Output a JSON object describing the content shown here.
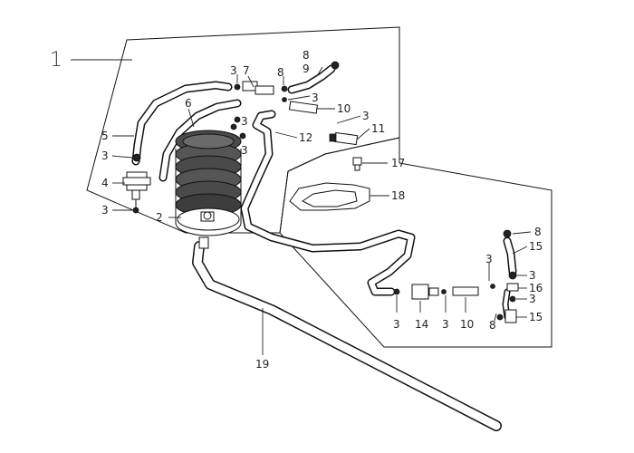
{
  "diagram": {
    "assembly_number": "1",
    "callouts": {
      "c1": "2",
      "c2": "3",
      "c3": "4",
      "c4": "5",
      "c5": "3",
      "c6": "6",
      "c7": "3",
      "c8": "7",
      "c9": "8",
      "c10": "9",
      "c11": "8",
      "c12": "3",
      "c13": "10",
      "c14": "3",
      "c15": "11",
      "c16": "3",
      "c17": "3",
      "c18": "12",
      "c19": "17",
      "c20": "18",
      "c21": "8",
      "c22": "15",
      "c23": "3",
      "c24": "16",
      "c25": "3",
      "c26": "15",
      "c27": "8",
      "c28": "3",
      "c29": "14",
      "c30": "3",
      "c31": "10",
      "c32": "3",
      "c33": "19"
    }
  }
}
